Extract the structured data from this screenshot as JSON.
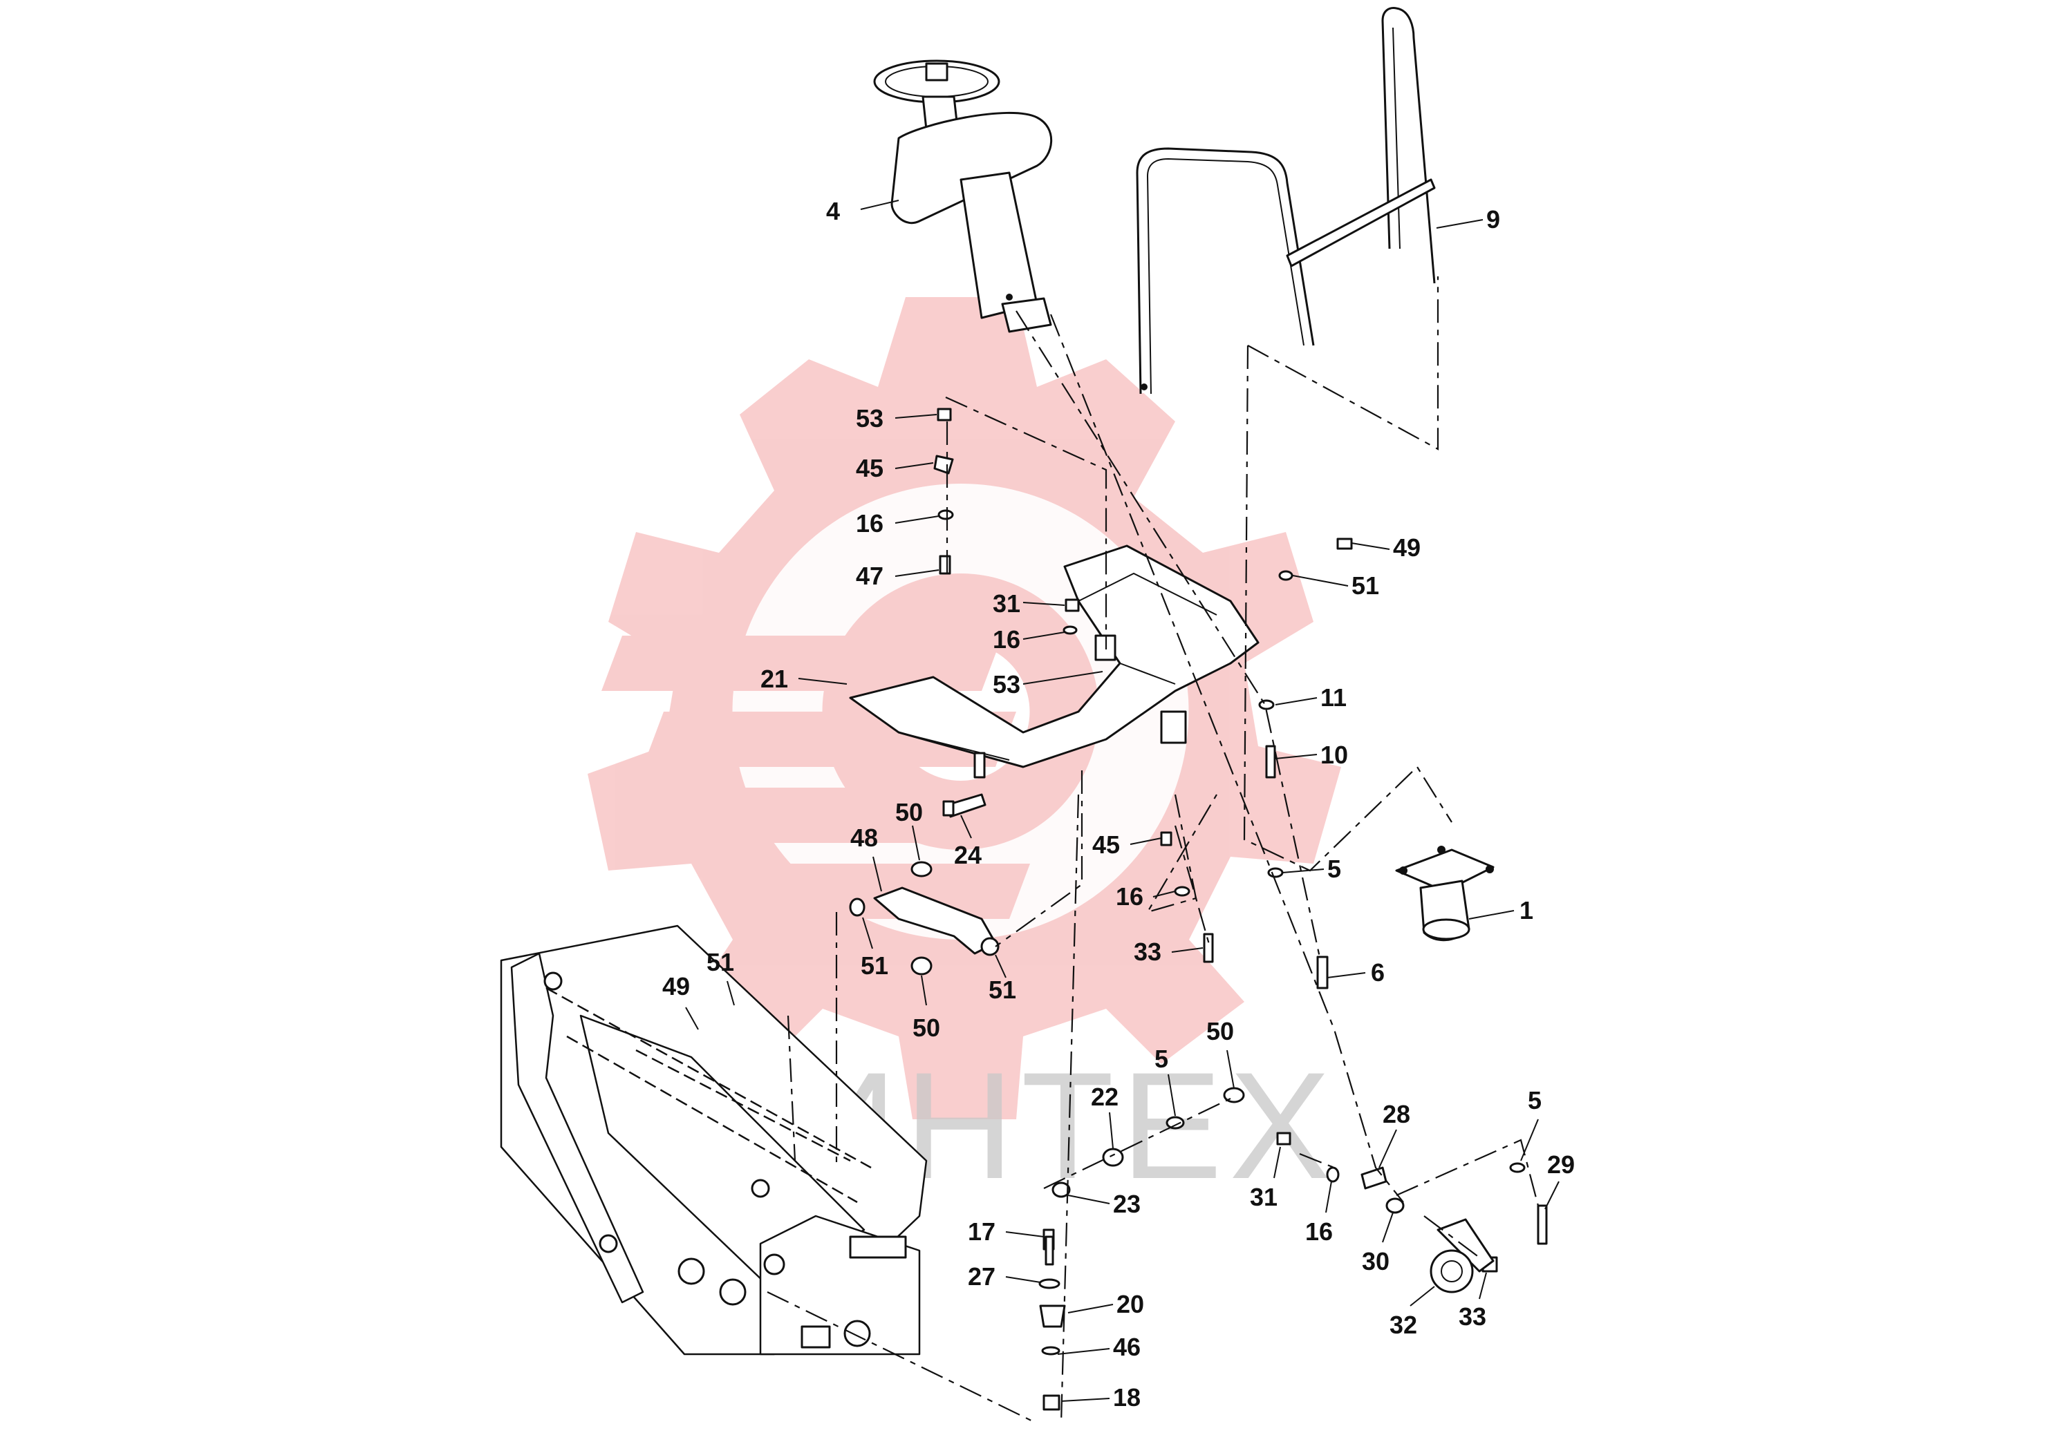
{
  "diagram": {
    "watermark_text": "ИНТЕХ",
    "watermark_color": "#f4a6a6",
    "watermark_text_color": "#c8c8c8",
    "ink_color": "#111111"
  },
  "callouts": [
    {
      "id": "c4",
      "label": "4"
    },
    {
      "id": "c9",
      "label": "9"
    },
    {
      "id": "c53a",
      "label": "53"
    },
    {
      "id": "c45a",
      "label": "45"
    },
    {
      "id": "c16a",
      "label": "16"
    },
    {
      "id": "c47",
      "label": "47"
    },
    {
      "id": "c49a",
      "label": "49"
    },
    {
      "id": "c51a",
      "label": "51"
    },
    {
      "id": "c31a",
      "label": "31"
    },
    {
      "id": "c16b",
      "label": "16"
    },
    {
      "id": "c21",
      "label": "21"
    },
    {
      "id": "c53b",
      "label": "53"
    },
    {
      "id": "c11",
      "label": "11"
    },
    {
      "id": "c10",
      "label": "10"
    },
    {
      "id": "c50a",
      "label": "50"
    },
    {
      "id": "c24",
      "label": "24"
    },
    {
      "id": "c48",
      "label": "48"
    },
    {
      "id": "c45b",
      "label": "45"
    },
    {
      "id": "c5a",
      "label": "5"
    },
    {
      "id": "c1",
      "label": "1"
    },
    {
      "id": "c16c",
      "label": "16"
    },
    {
      "id": "c51b",
      "label": "51"
    },
    {
      "id": "c33a",
      "label": "33"
    },
    {
      "id": "c51c",
      "label": "51"
    },
    {
      "id": "c6",
      "label": "6"
    },
    {
      "id": "c51d",
      "label": "51"
    },
    {
      "id": "c49b",
      "label": "49"
    },
    {
      "id": "c50b",
      "label": "50"
    },
    {
      "id": "c50c",
      "label": "50"
    },
    {
      "id": "c5b",
      "label": "5"
    },
    {
      "id": "c22",
      "label": "22"
    },
    {
      "id": "c28",
      "label": "28"
    },
    {
      "id": "c5c",
      "label": "5"
    },
    {
      "id": "c29",
      "label": "29"
    },
    {
      "id": "c23",
      "label": "23"
    },
    {
      "id": "c31b",
      "label": "31"
    },
    {
      "id": "c16d",
      "label": "16"
    },
    {
      "id": "c30",
      "label": "30"
    },
    {
      "id": "c17",
      "label": "17"
    },
    {
      "id": "c27",
      "label": "27"
    },
    {
      "id": "c20",
      "label": "20"
    },
    {
      "id": "c32",
      "label": "32"
    },
    {
      "id": "c33b",
      "label": "33"
    },
    {
      "id": "c46",
      "label": "46"
    },
    {
      "id": "c18",
      "label": "18"
    }
  ]
}
